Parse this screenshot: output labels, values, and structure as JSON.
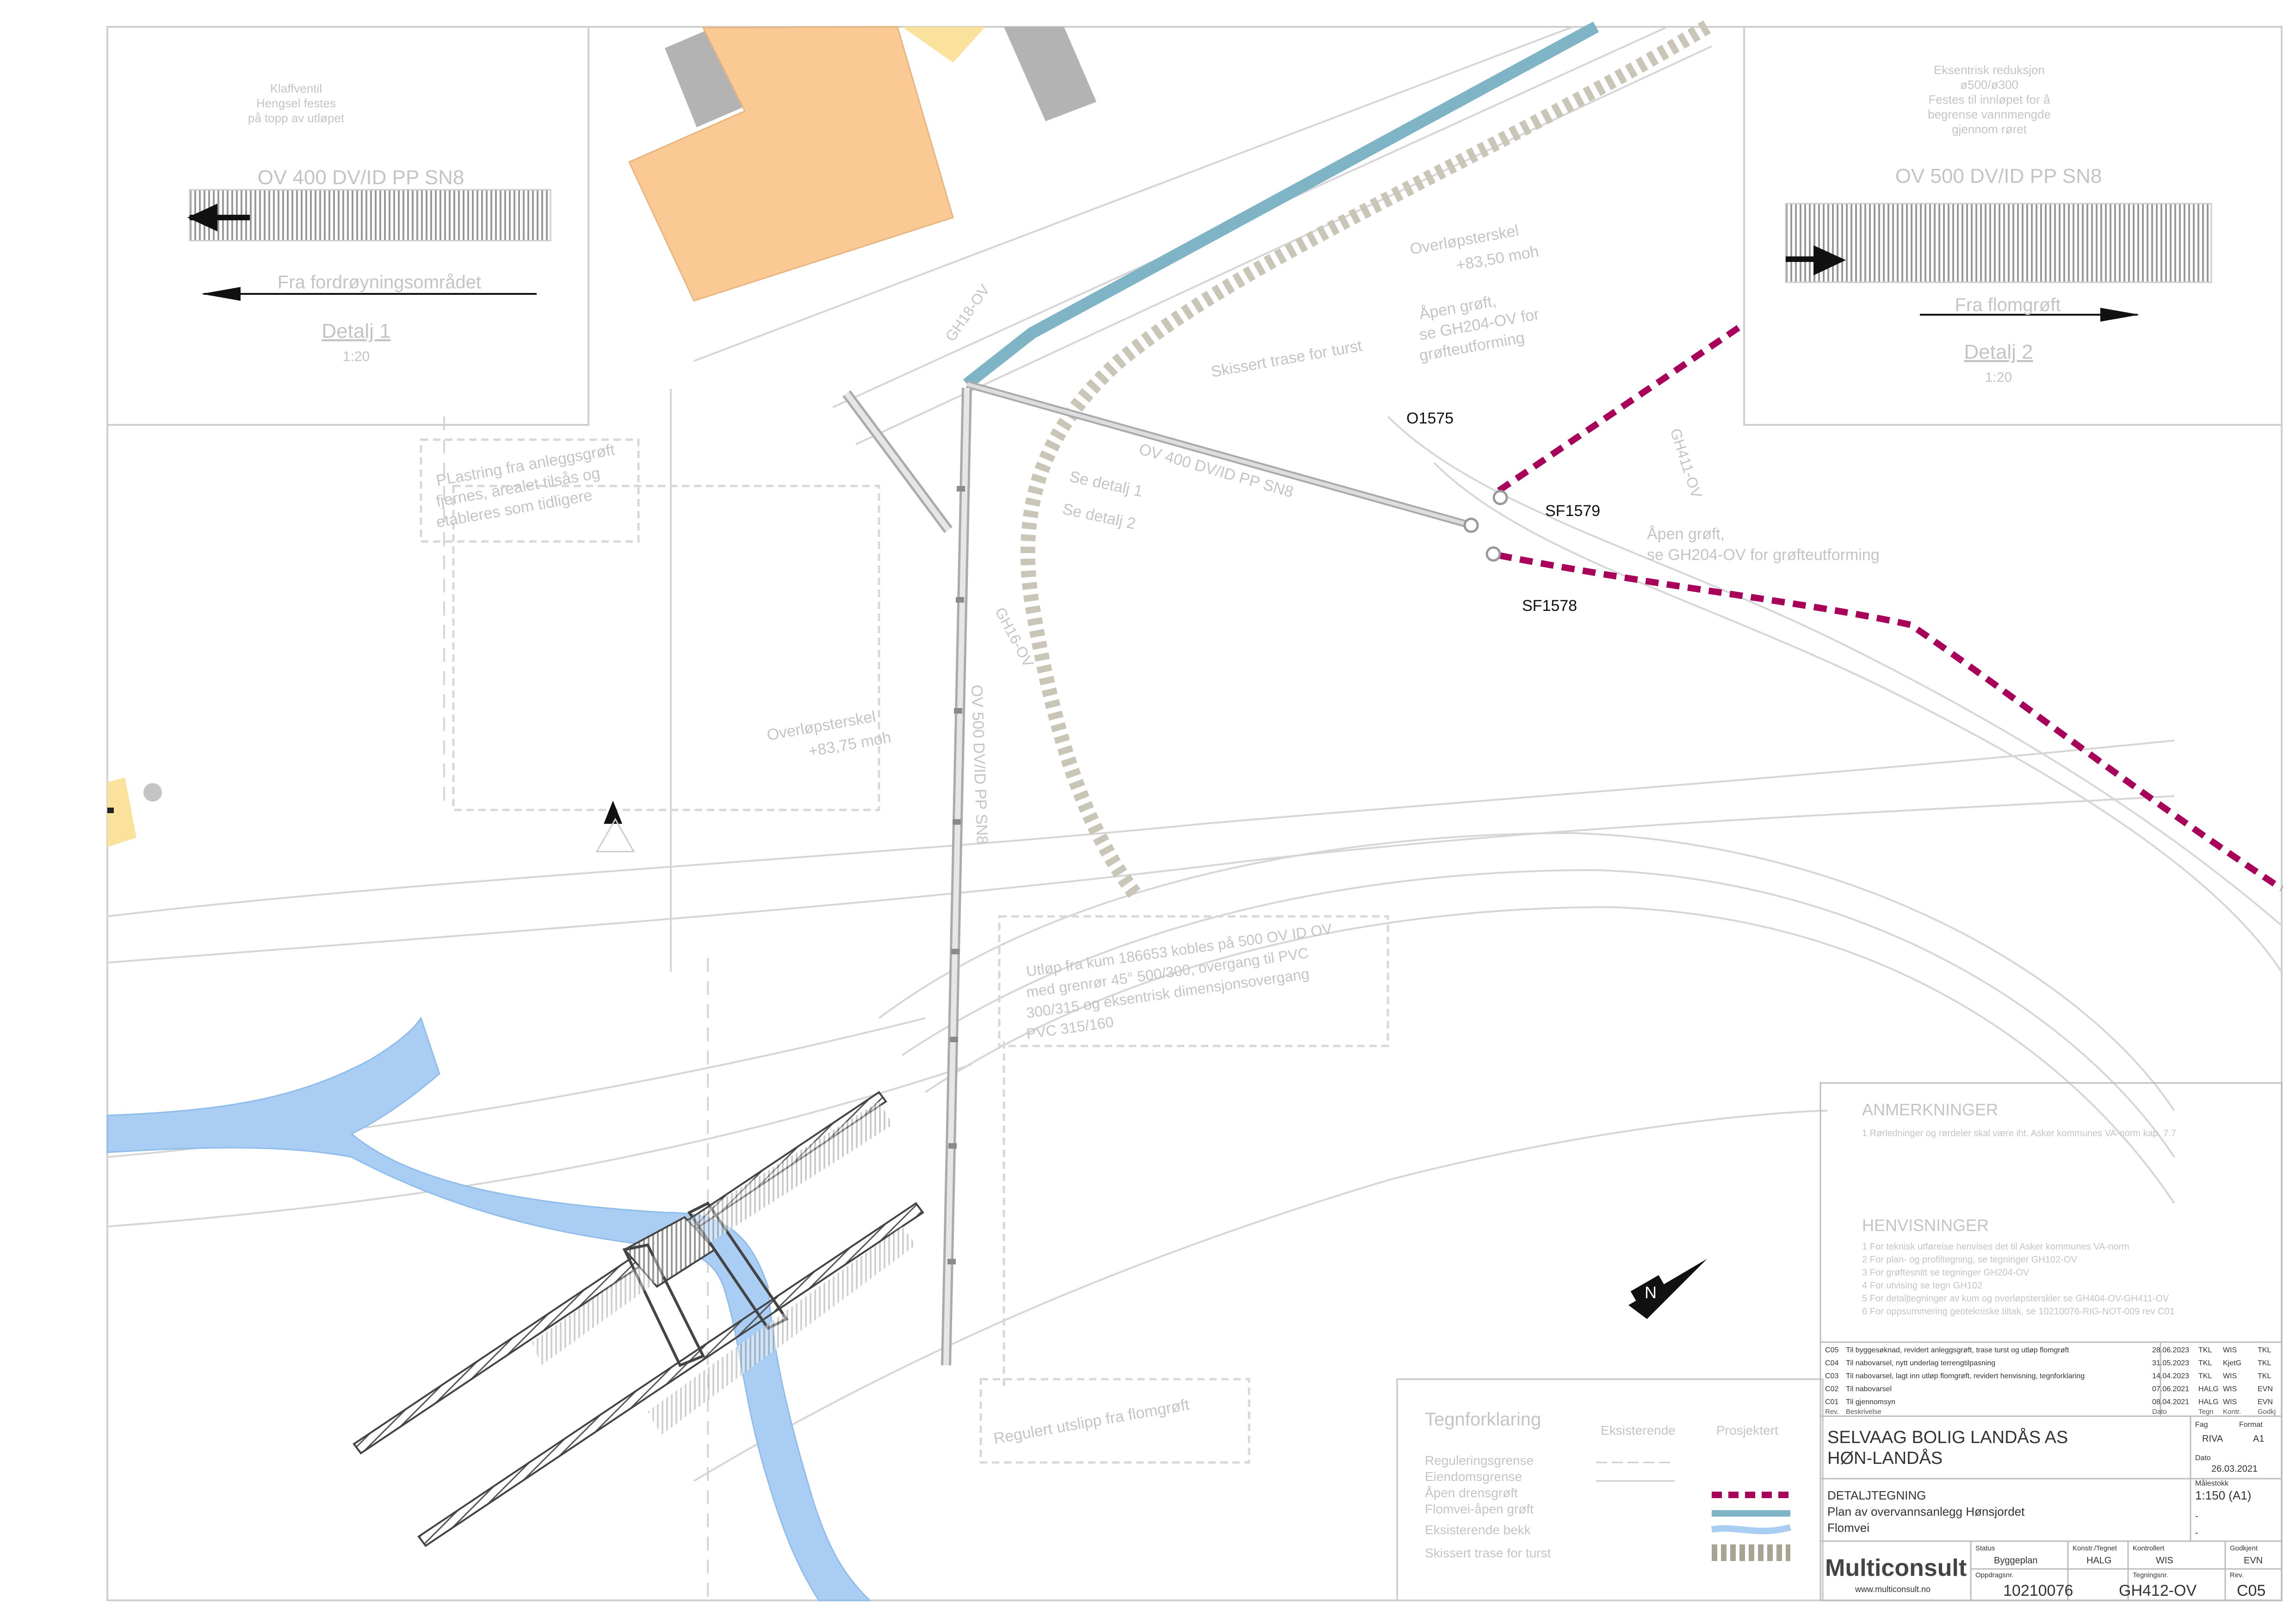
{
  "colors": {
    "flomvei": "#a8005a",
    "apen_drensgroft": "#7eb4c6",
    "bekk": "#a9cdf3",
    "skissert_trase": "#c9c6b8",
    "building": "#fbc994",
    "building_yellow": "#fbe29c",
    "garage": "#b3b3b3",
    "line": "#c8c8c8",
    "text_dark": "#111111"
  },
  "details": {
    "d1": {
      "note": [
        "Klaffventil",
        "Hengsel festes",
        "på topp av utløpet"
      ],
      "pipe": "OV 400 DV/ID PP SN8",
      "from": "Fra fordrøyningsområdet",
      "title": "Detalj 1",
      "scale": "1:20"
    },
    "d2": {
      "note": [
        "Eksentrisk reduksjon",
        "ø500/ø300",
        "Festes til innløpet for å",
        "begrense vannmengde",
        "gjennom røret"
      ],
      "pipe": "OV 500 DV/ID PP SN8",
      "from": "Fra flomgrøft",
      "title": "Detalj 2",
      "scale": "1:20"
    }
  },
  "labels": {
    "gh18": "GH18-OV",
    "gh16": "GH16-OV",
    "gh411": "GH411-OV",
    "ov400": "OV 400 DV/ID PP SN8",
    "ov500": "OV 500 DV/ID PP SN8",
    "skissert": "Skissert trase for turst",
    "overlop1": [
      "Overløpsterskel",
      "+83,50 moh"
    ],
    "overlop2": [
      "Overløpsterskel",
      "+83,75 moh"
    ],
    "apen1": [
      "Åpen grøft,",
      "se GH204-OV for",
      "grøfteutforming"
    ],
    "apen2": [
      "Åpen grøft,",
      "se GH204-OV for grøfteutforming"
    ],
    "plastring": [
      "PLastring fra anleggsgrøft",
      "fjernes, arealet tilsås og",
      "etableres som tidligere"
    ],
    "se1": "Se detalj 1",
    "se2": "Se detalj 2",
    "utlop": [
      "Utløp fra kum 186653 kobles på 500 OV ID OV",
      "med grenrør 45° 500/300, overgang til PVC",
      "300/315 og eksentrisk dimensjonsovergang",
      "PVC 315/160"
    ],
    "regulert": "Regulert utslipp fra flomgrøft",
    "o1575": "O1575",
    "sf1579": "SF1579",
    "sf1578": "SF1578"
  },
  "legend": {
    "title": "Tegnforklaring",
    "col_existing": "Eksisterende",
    "col_projected": "Prosjektert",
    "items": [
      "Reguleringsgrense",
      "Eiendomsgrense",
      "Åpen drensgrøft",
      "Flomvei-åpen grøft",
      "Eksisterende bekk",
      "Skissert trase for turst"
    ]
  },
  "notes": {
    "anm_title": "ANMERKNINGER",
    "anm": [
      "1   Rørledninger og rørdeler skal være iht. Asker kommunes VA-norm kap. 7.7"
    ],
    "henv_title": "HENVISNINGER",
    "henv": [
      "1   For teknisk utførelse henvises det til Asker kommunes VA-norm",
      "2   For plan- og profiltegning, se tegninger GH102-OV",
      "3   For grøftesnitt se tegninger GH204-OV",
      "4   For utvising se tegn GH102",
      "5   For detaljtegninger av kum og overløpsterskler se GH404-OV-GH411-OV",
      "6   For oppsummering geotekniske tiltak, se 10210076-RIG-NOT-009 rev C01"
    ]
  },
  "revisions": [
    {
      "rev": "C05",
      "desc": "Til byggesøknad, revidert anleggsgrøft, trase turst og utløp flomgrøft",
      "date": "28.06.2023",
      "by": "TKL",
      "chk": "WIS",
      "app": "TKL"
    },
    {
      "rev": "C04",
      "desc": "Til nabovarsel, nytt underlag terrengtilpasning",
      "date": "31.05.2023",
      "by": "TKL",
      "chk": "KjetG",
      "app": "TKL"
    },
    {
      "rev": "C03",
      "desc": "Til nabovarsel, lagt inn utløp flomgrøft, revidert henvisning, tegnforklaring",
      "date": "14.04.2023",
      "by": "TKL",
      "chk": "WIS",
      "app": "TKL"
    },
    {
      "rev": "C02",
      "desc": "Til nabovarsel",
      "date": "07.06.2021",
      "by": "HALG",
      "chk": "WIS",
      "app": "EVN"
    },
    {
      "rev": "C01",
      "desc": "Til gjennomsyn",
      "date": "08.04.2021",
      "by": "HALG",
      "chk": "WIS",
      "app": "EVN"
    }
  ],
  "rev_header": {
    "rev": "Rev.",
    "desc": "Beskrivelse",
    "date": "Dato",
    "by": "Tegn",
    "chk": "Kontr.",
    "app": "Godkj"
  },
  "titleblock": {
    "client": [
      "SELVAAG BOLIG LANDÅS AS",
      "HØN-LANDÅS"
    ],
    "fag_label": "Fag",
    "fag": "RIVA",
    "format_label": "Format",
    "format": "A1",
    "dato_label": "Dato",
    "dato": "26.03.2021",
    "type": "DETALJTEGNING",
    "drawing_title": [
      "Plan av overvannsanlegg Hønsjordet",
      "Flomvei"
    ],
    "malestokk_label": "Målestokk",
    "malestokk": "1:150 (A1)",
    "dash1": "-",
    "dash2": "-",
    "status_label": "Status",
    "status": "Byggeplan",
    "konstr_label": "Konstr./Tegnet",
    "konstr": "HALG",
    "kontr_label": "Kontrollert",
    "kontr": "WIS",
    "godkj_label": "Godkjent",
    "godkj": "EVN",
    "oppdrag_label": "Oppdragsnr.",
    "oppdrag": "10210076",
    "tegnnr_label": "Tegningsnr.",
    "tegnnr": "GH412-OV",
    "rev_label": "Rev.",
    "rev": "C05",
    "logo": "Multiconsult",
    "web": "www.multiconsult.no"
  }
}
